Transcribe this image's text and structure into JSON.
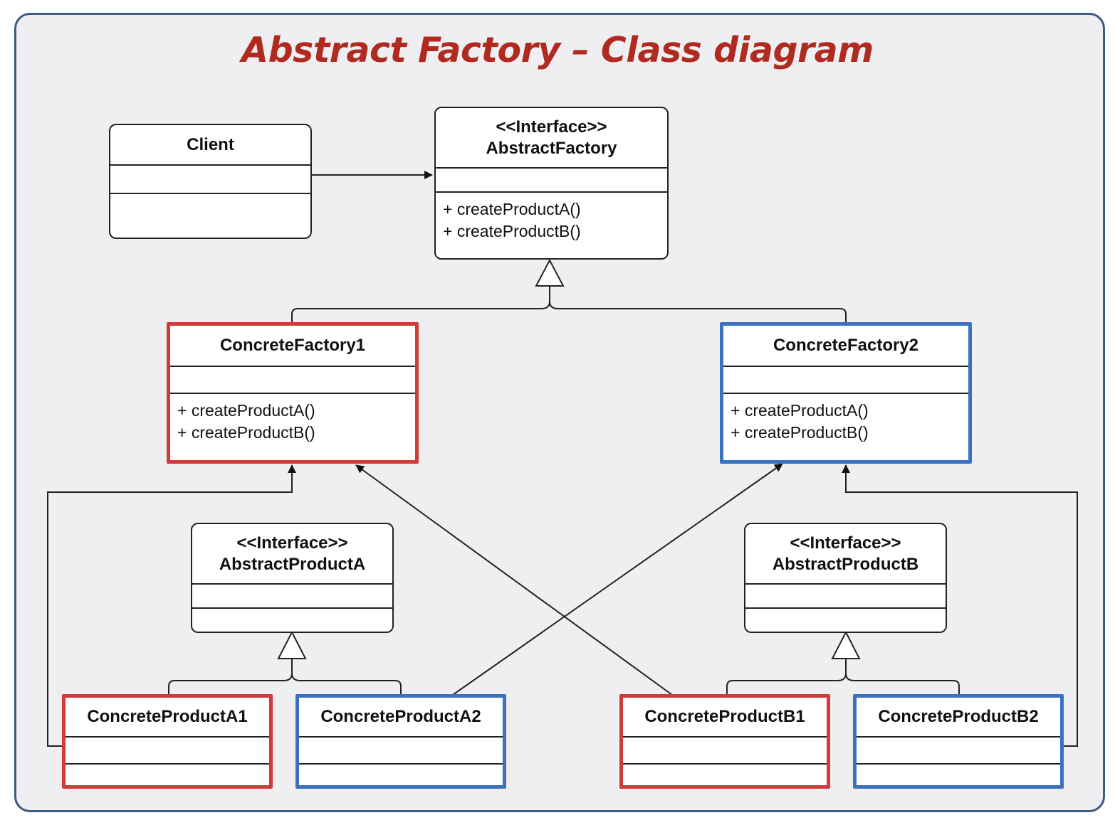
{
  "title": "Abstract Factory – Class diagram",
  "colors": {
    "title": "#b02a20",
    "frame_border": "#3f5a83",
    "background": "#efeff1",
    "factory1_family": "#d23a3a",
    "factory2_family": "#3a72bf"
  },
  "classes": {
    "client": {
      "name": "Client"
    },
    "abstract_factory": {
      "stereotype": "<<Interface>>",
      "name": "AbstractFactory",
      "operations": [
        "+ createProductA()",
        "+ createProductB()"
      ]
    },
    "concrete_factory_1": {
      "name": "ConcreteFactory1",
      "operations": [
        "+ createProductA()",
        "+ createProductB()"
      ]
    },
    "concrete_factory_2": {
      "name": "ConcreteFactory2",
      "operations": [
        "+ createProductA()",
        "+ createProductB()"
      ]
    },
    "abstract_product_a": {
      "stereotype": "<<Interface>>",
      "name": "AbstractProductA"
    },
    "abstract_product_b": {
      "stereotype": "<<Interface>>",
      "name": "AbstractProductB"
    },
    "concrete_product_a1": {
      "name": "ConcreteProductA1"
    },
    "concrete_product_a2": {
      "name": "ConcreteProductA2"
    },
    "concrete_product_b1": {
      "name": "ConcreteProductB1"
    },
    "concrete_product_b2": {
      "name": "ConcreteProductB2"
    }
  },
  "relationships": [
    {
      "from": "Client",
      "to": "AbstractFactory",
      "type": "association"
    },
    {
      "from": "ConcreteFactory1",
      "to": "AbstractFactory",
      "type": "realization"
    },
    {
      "from": "ConcreteFactory2",
      "to": "AbstractFactory",
      "type": "realization"
    },
    {
      "from": "ConcreteProductA1",
      "to": "AbstractProductA",
      "type": "realization"
    },
    {
      "from": "ConcreteProductA2",
      "to": "AbstractProductA",
      "type": "realization"
    },
    {
      "from": "ConcreteProductB1",
      "to": "AbstractProductB",
      "type": "realization"
    },
    {
      "from": "ConcreteProductB2",
      "to": "AbstractProductB",
      "type": "realization"
    },
    {
      "from": "ConcreteProductA1",
      "to": "ConcreteFactory1",
      "type": "dependency"
    },
    {
      "from": "ConcreteProductB1",
      "to": "ConcreteFactory1",
      "type": "dependency"
    },
    {
      "from": "ConcreteProductA2",
      "to": "ConcreteFactory2",
      "type": "dependency"
    },
    {
      "from": "ConcreteProductB2",
      "to": "ConcreteFactory2",
      "type": "dependency"
    }
  ]
}
